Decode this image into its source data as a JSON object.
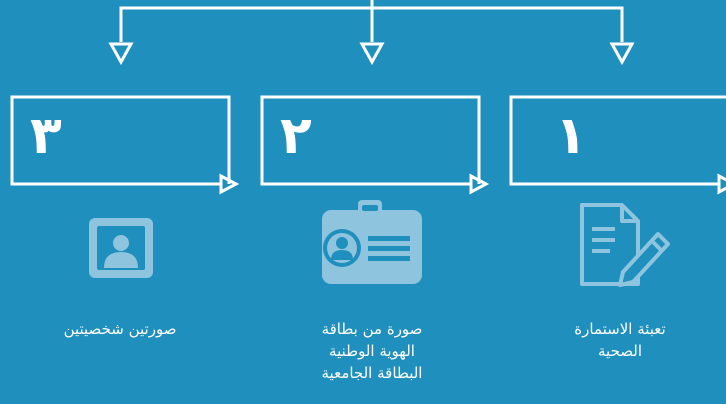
{
  "colors": {
    "background": "#1f8fbe",
    "line": "#ffffff",
    "icon": "#8ec4de"
  },
  "steps": [
    {
      "number": "١",
      "icon": "document-pen-icon",
      "caption_lines": [
        "تعبئة الاستمارة",
        "الصحية"
      ]
    },
    {
      "number": "٢",
      "icon": "id-badge-icon",
      "caption_lines": [
        "صورة من بطاقة",
        "الهوية الوطنية",
        "البطاقة الجامعية"
      ]
    },
    {
      "number": "٣",
      "icon": "photo-portrait-icon",
      "caption_lines": [
        "صورتين شخصيتين"
      ]
    }
  ]
}
